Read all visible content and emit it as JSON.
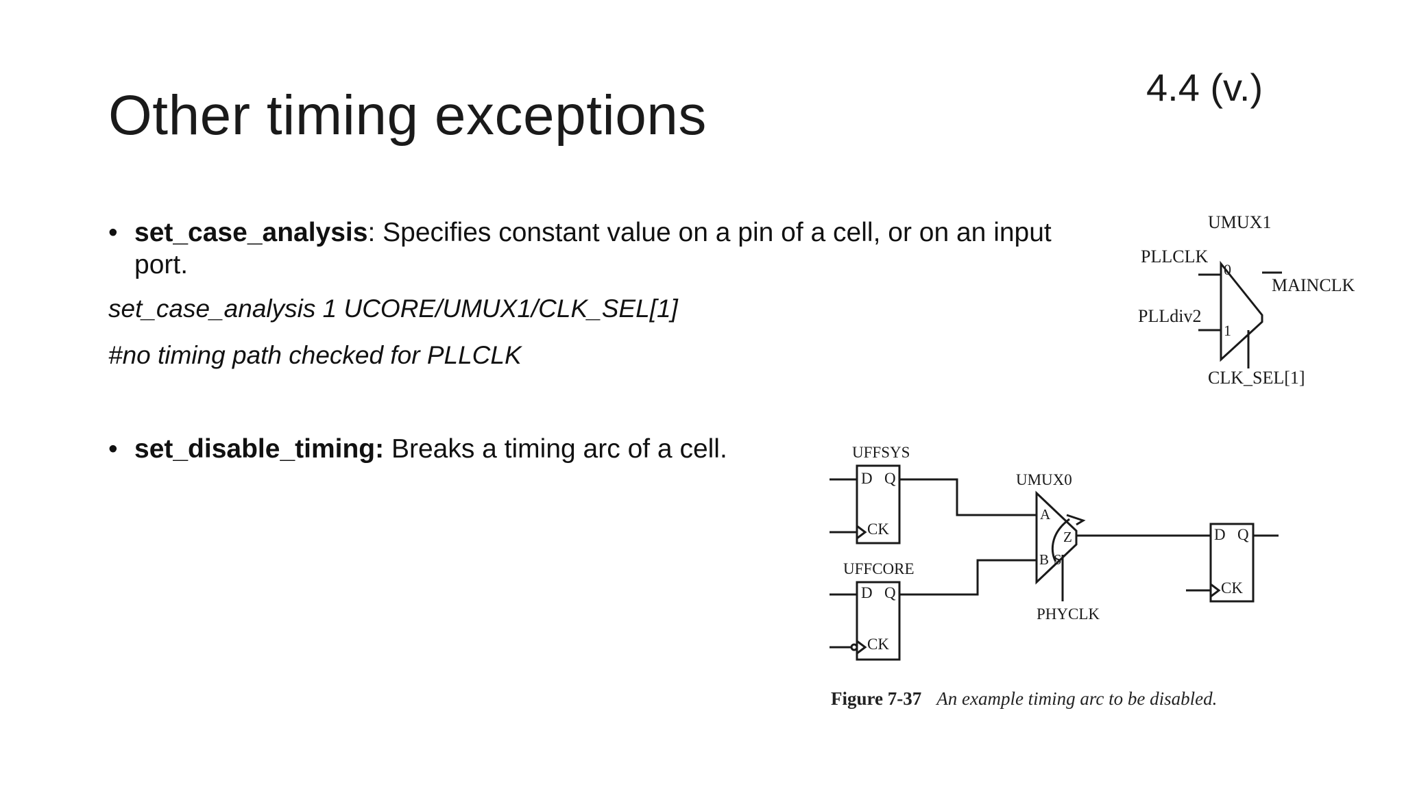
{
  "slide": {
    "title": "Other timing exceptions",
    "section": "4.4 (v.)"
  },
  "bullets": [
    {
      "term": "set_case_analysis",
      "sep": ":",
      "text": " Specifies constant value on a pin of a cell, or on an input port."
    },
    {
      "term": "set_disable_timing:",
      "sep": "",
      "text": " Breaks a timing arc of a cell."
    }
  ],
  "code_lines": [
    "set_case_analysis 1 UCORE/UMUX1/CLK_SEL[1]",
    "#no timing path checked for PLLCLK"
  ],
  "mux_diagram": {
    "cell": "UMUX1",
    "in0": "PLLCLK",
    "in1": "PLLdiv2",
    "pin0": "0",
    "pin1": "1",
    "out": "MAINCLK",
    "sel": "CLK_SEL[1]"
  },
  "circuit_diagram": {
    "ff1": "UFFSYS",
    "ff2": "UFFCORE",
    "mux": "UMUX0",
    "clk": "PHYCLK",
    "pin_d": "D",
    "pin_q": "Q",
    "pin_ck": "CK",
    "pin_a": "A",
    "pin_b": "B",
    "pin_z": "Z",
    "pin_s": "S"
  },
  "figure": {
    "number": "Figure 7-37",
    "caption": "An example timing arc to be disabled."
  }
}
